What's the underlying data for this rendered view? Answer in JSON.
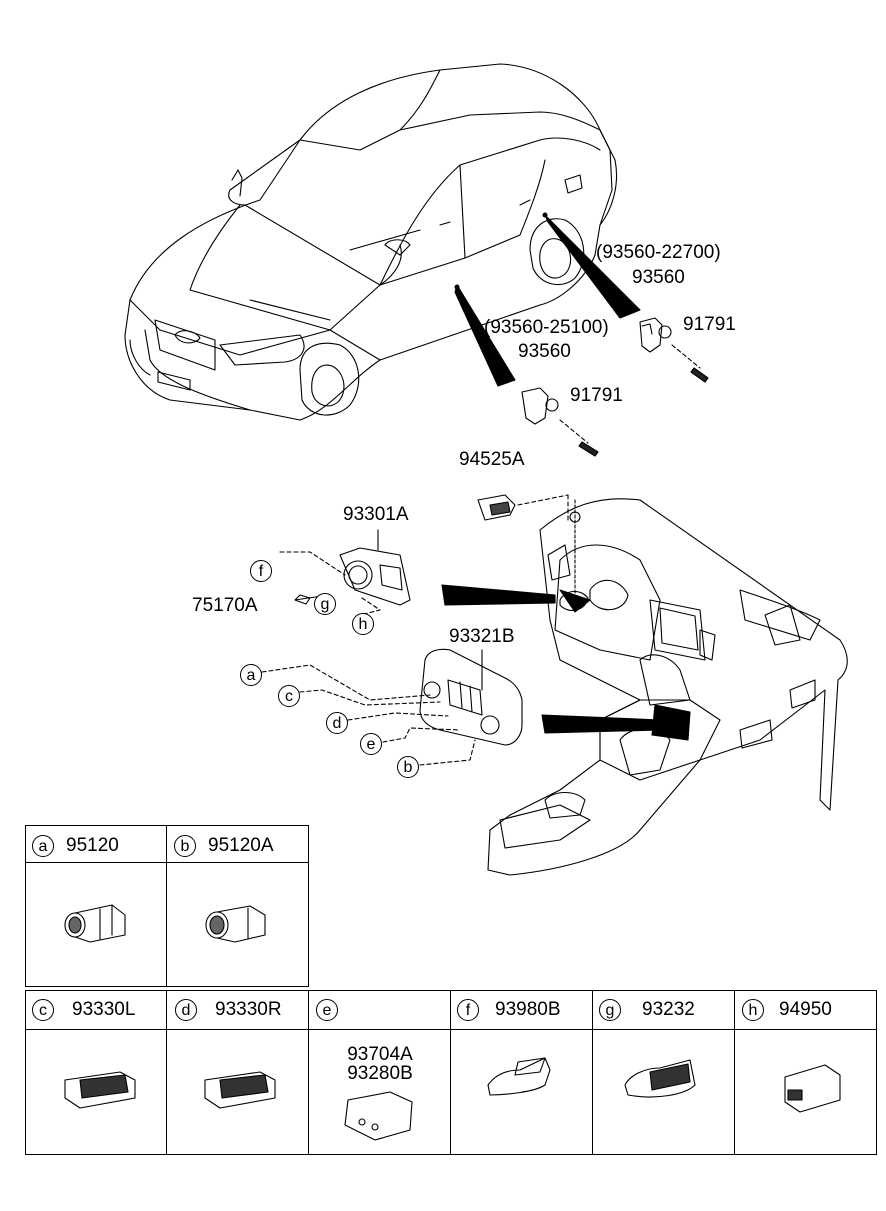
{
  "callouts": {
    "part_93560_rear_alt": "(93560-22700)",
    "part_93560_rear": "93560",
    "part_91791_rear": "91791",
    "part_93560_front_alt": "(93560-25100)",
    "part_93560_front": "93560",
    "part_91791_front": "91791",
    "part_94525A": "94525A",
    "part_93301A": "93301A",
    "part_75170A": "75170A",
    "part_93321B": "93321B"
  },
  "circle_letters": {
    "a": "a",
    "b": "b",
    "c": "c",
    "d": "d",
    "e": "e",
    "f": "f",
    "g": "g",
    "h": "h"
  },
  "table": {
    "row1": [
      {
        "letter": "a",
        "part": "95120"
      },
      {
        "letter": "b",
        "part": "95120A"
      }
    ],
    "row2": [
      {
        "letter": "c",
        "part": "93330L"
      },
      {
        "letter": "d",
        "part": "93330R"
      },
      {
        "letter": "e",
        "part": "",
        "sub_parts": [
          "93704A",
          "93280B"
        ]
      },
      {
        "letter": "f",
        "part": "93980B"
      },
      {
        "letter": "g",
        "part": "93232"
      },
      {
        "letter": "h",
        "part": "94950"
      }
    ]
  }
}
